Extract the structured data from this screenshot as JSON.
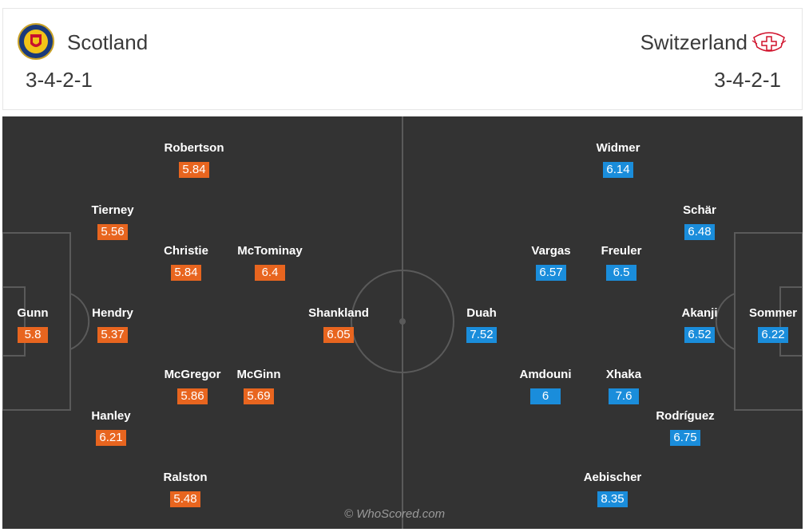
{
  "home": {
    "name": "Scotland",
    "formation": "3-4-2-1",
    "crest_icon": "scotland-crest-icon",
    "rating_color": "#e8651f",
    "players": [
      {
        "name": "Gunn",
        "rating": "5.8"
      },
      {
        "name": "Tierney",
        "rating": "5.56"
      },
      {
        "name": "Hendry",
        "rating": "5.37"
      },
      {
        "name": "Hanley",
        "rating": "6.21"
      },
      {
        "name": "Robertson",
        "rating": "5.84"
      },
      {
        "name": "Christie",
        "rating": "5.84"
      },
      {
        "name": "McGregor",
        "rating": "5.86"
      },
      {
        "name": "Ralston",
        "rating": "5.48"
      },
      {
        "name": "McTominay",
        "rating": "6.4"
      },
      {
        "name": "McGinn",
        "rating": "5.69"
      },
      {
        "name": "Shankland",
        "rating": "6.05"
      }
    ]
  },
  "away": {
    "name": "Switzerland",
    "formation": "3-4-2-1",
    "crest_icon": "switzerland-crest-icon",
    "rating_color": "#1a8ddb",
    "players": [
      {
        "name": "Sommer",
        "rating": "6.22"
      },
      {
        "name": "Schär",
        "rating": "6.48"
      },
      {
        "name": "Akanji",
        "rating": "6.52"
      },
      {
        "name": "Rodríguez",
        "rating": "6.75"
      },
      {
        "name": "Widmer",
        "rating": "6.14"
      },
      {
        "name": "Freuler",
        "rating": "6.5"
      },
      {
        "name": "Xhaka",
        "rating": "7.6"
      },
      {
        "name": "Aebischer",
        "rating": "8.35"
      },
      {
        "name": "Vargas",
        "rating": "6.57"
      },
      {
        "name": "Amdouni",
        "rating": "6"
      },
      {
        "name": "Duah",
        "rating": "7.52"
      }
    ]
  },
  "pitch_color": "#333333",
  "watermark": "© WhoScored.com"
}
